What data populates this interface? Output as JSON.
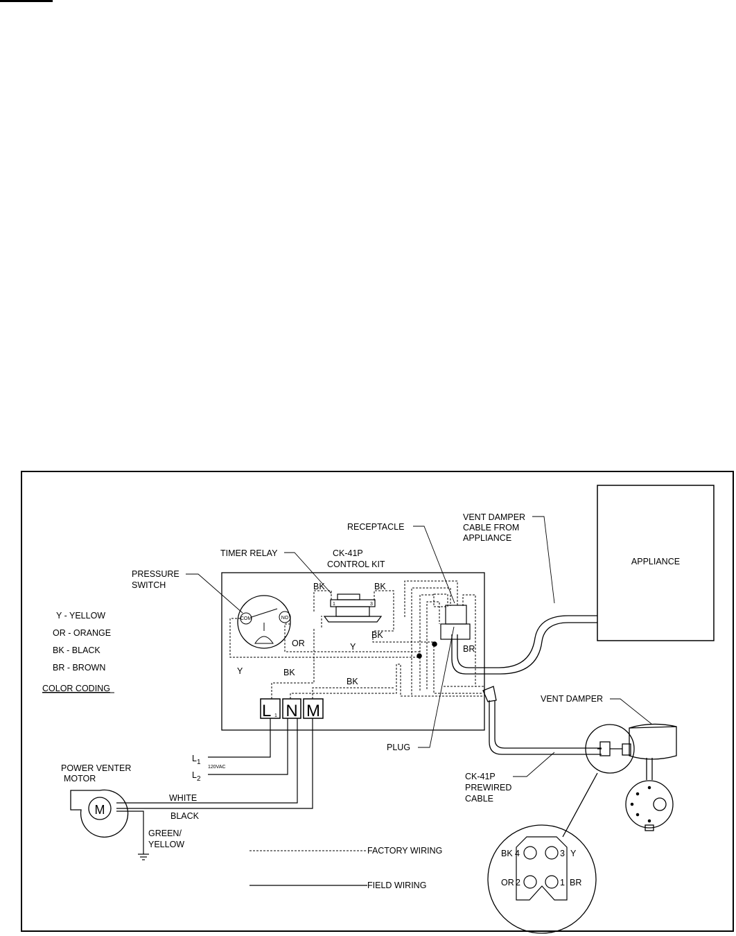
{
  "labels": {
    "receptacle": "RECEPTACLE",
    "vent_cable_1": "VENT DAMPER",
    "vent_cable_2": "CABLE FROM",
    "vent_cable_3": "APPLIANCE",
    "appliance": "APPLIANCE",
    "timer_relay": "TIMER RELAY",
    "kit_1": "CK-41P",
    "kit_2": "CONTROL KIT",
    "pressure_1": "PRESSURE",
    "pressure_2": "SWITCH",
    "com": "COM",
    "no": "NO",
    "relay_1": "1",
    "relay_3": "3",
    "bk": "BK",
    "or": "OR",
    "y": "Y",
    "br": "BR",
    "terminal_l": "L",
    "terminal_l_sub": "1",
    "terminal_n": "N",
    "terminal_m": "M",
    "plug": "PLUG",
    "vent_damper": "VENT DAMPER",
    "prewired_1": "CK-41P",
    "prewired_2": "PREWIRED",
    "prewired_3": "CABLE",
    "l1": "L",
    "l1_sub": "1",
    "l2": "L",
    "l2_sub": "2",
    "vac": "120VAC",
    "motor_1": "POWER VENTER",
    "motor_2": "MOTOR",
    "motor_m": "M",
    "white": "WHITE",
    "black": "BLACK",
    "ground_1": "GREEN/",
    "ground_2": "YELLOW",
    "factory_wiring": "FACTORY WIRING",
    "field_wiring": "FIELD WIRING",
    "pin_4": "4",
    "pin_3": "3",
    "pin_2": "2",
    "pin_1": "1"
  },
  "color_coding": {
    "title": "COLOR CODING",
    "items": [
      "Y - YELLOW",
      "OR - ORANGE",
      "BK - BLACK",
      "BR - BROWN"
    ]
  }
}
